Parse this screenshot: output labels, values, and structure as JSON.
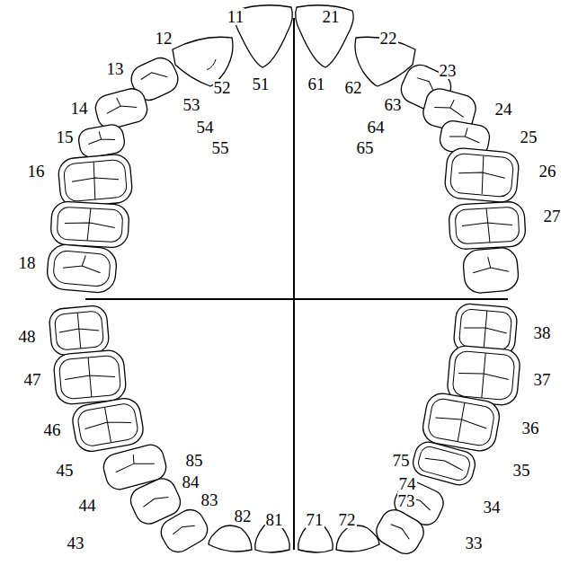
{
  "diagram": {
    "labels": [
      "11",
      "21",
      "12",
      "22",
      "13",
      "23",
      "52",
      "51",
      "61",
      "62",
      "53",
      "63",
      "14",
      "24",
      "54",
      "64",
      "15",
      "25",
      "55",
      "65",
      "16",
      "26",
      "27",
      "18",
      "48",
      "38",
      "47",
      "37",
      "46",
      "36",
      "85",
      "45",
      "75",
      "35",
      "84",
      "74",
      "83",
      "73",
      "44",
      "34",
      "82",
      "81",
      "71",
      "72",
      "43",
      "33"
    ]
  }
}
